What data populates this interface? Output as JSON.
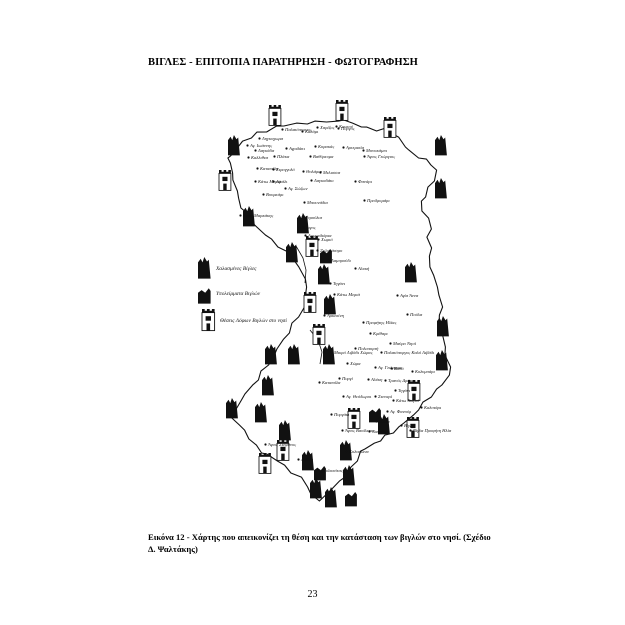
{
  "document": {
    "heading": "ΒΙΓΛΕΣ - ΕΠΙΤΟΠΙΑ ΠΑΡΑΤΗΡΗΣΗ - ΦΩΤΟΓΡΑΦΗΣΗ",
    "caption": "Εικόνα 12 - Χάρτης που απεικονίζει τη θέση και την κατάσταση των βιγλών στο νησί. (Σχέδιο Δ. Ψαλτάκης)",
    "page_number": "23"
  },
  "map": {
    "legend": [
      {
        "label": "Χαλασμένες Βίγλες",
        "icon": "ruined-tower-icon"
      },
      {
        "label": "Υπολείμματα Βιγλών",
        "icon": "tower-remains-icon"
      },
      {
        "label": "Θέσεις Λόφων Βιγλών στο νησί",
        "icon": "tower-hill-icon"
      }
    ],
    "place_labels": [
      "Κουκού",
      "Ληγκοχωρα",
      "Παλαιόπυργος",
      "Καλάμι",
      "Χαρίζος",
      "Πύργος",
      "Αγ. Ιωάννης",
      "Λαγκάδα",
      "Αγριδάκι",
      "Κορακάς",
      "Αρτεμισία",
      "Μονοκάμπι",
      "Καλλιθεα",
      "Πλάκα",
      "Βαθύρευμα",
      "Άγιος Γεώργιος",
      "Καταπόλα",
      "Στρογγυλό",
      "Θολάρια",
      "Μελισσια",
      "Κάτω Μεριά",
      "Αγιάλι",
      "Λαγκαδάκι",
      "Φανάρι",
      "Αγ. Σώζων",
      "Βουρκάρι",
      "Προδρομάρι",
      "Μπουνάδια",
      "Άγιος Μαρκάκης",
      "Ντρούλια",
      "Πύργος",
      "Αμμουδιάρια",
      "Χωριό",
      "Ξυλοκάστρο",
      "Λαμπρούδι",
      "Αλυκή",
      "Τηγάνι",
      "Κάτω Μεριά",
      "Αγία Άννα",
      "Πούλα",
      "Αρκεσίνη",
      "Προφήτης Ηλίας",
      "Κρίθαρι",
      "Πολυπορτή",
      "Μαύρο Νησί",
      "Παλαιόπυργος Καλό Λιβάδι",
      "Μικρό Λιβάδι Χώρας",
      "Χώρα",
      "Αγ. Γεώργιος",
      "Βαθύ",
      "Κολυμπάρι",
      "Πυργί",
      "Αλύκη",
      "Τρανός Δρόμος",
      "Καταπόλα",
      "Τηγάνι",
      "Αγ. Θεόδωροι",
      "Στεναρί",
      "Κάτω Χωριό",
      "Πυργάκι",
      "Αγ. Φανούρ",
      "Μάλα",
      "Καλοτάρι",
      "Βίγλα",
      "Άγιος Βασίλειος",
      "Ναύπλιο",
      "Βίγλα Προφήτη Ηλία",
      "Άγιος Στέφανος",
      "Λιβάδι",
      "Κολοφώνα",
      "Μυλοπότας"
    ]
  }
}
